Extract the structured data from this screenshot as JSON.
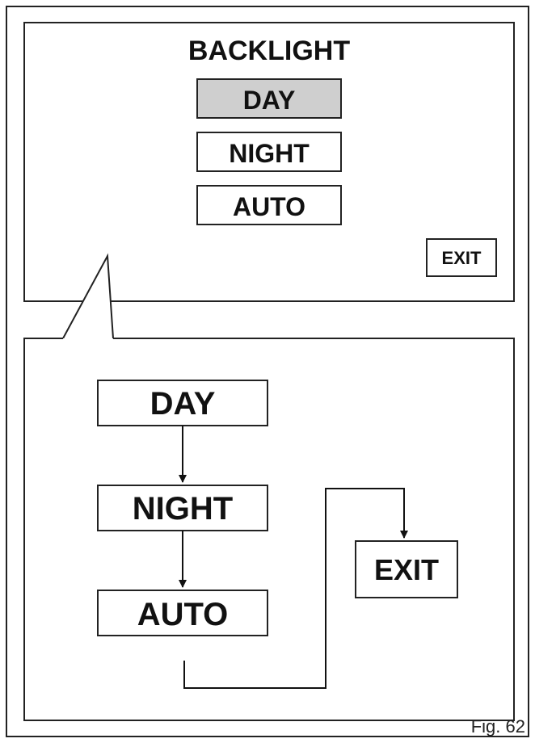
{
  "screen": {
    "title": "BACKLIGHT",
    "options": [
      {
        "label": "DAY",
        "selected": true
      },
      {
        "label": "NIGHT",
        "selected": false
      },
      {
        "label": "AUTO",
        "selected": false
      }
    ],
    "exit_label": "EXIT",
    "selected_color": "#cfcfcf"
  },
  "flow": {
    "steps": [
      "DAY",
      "NIGHT",
      "AUTO"
    ],
    "exit_label": "EXIT"
  },
  "figure_caption": "Fig. 62"
}
